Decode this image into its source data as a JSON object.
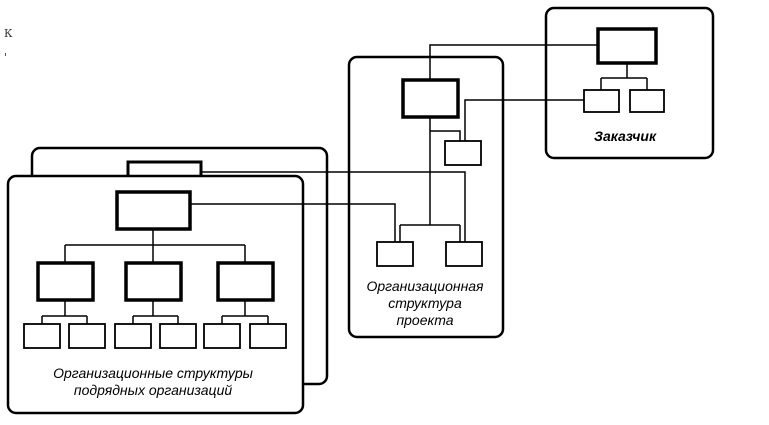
{
  "labels": {
    "customer": "Заказчик",
    "project_line1": "Организационная",
    "project_line2": "структура",
    "project_line3": "проекта",
    "contractors_line1": "Организационные структуры",
    "contractors_line2": "подрядных организаций"
  },
  "edge_marks": {
    "mark1": "К",
    "mark2": "'"
  }
}
